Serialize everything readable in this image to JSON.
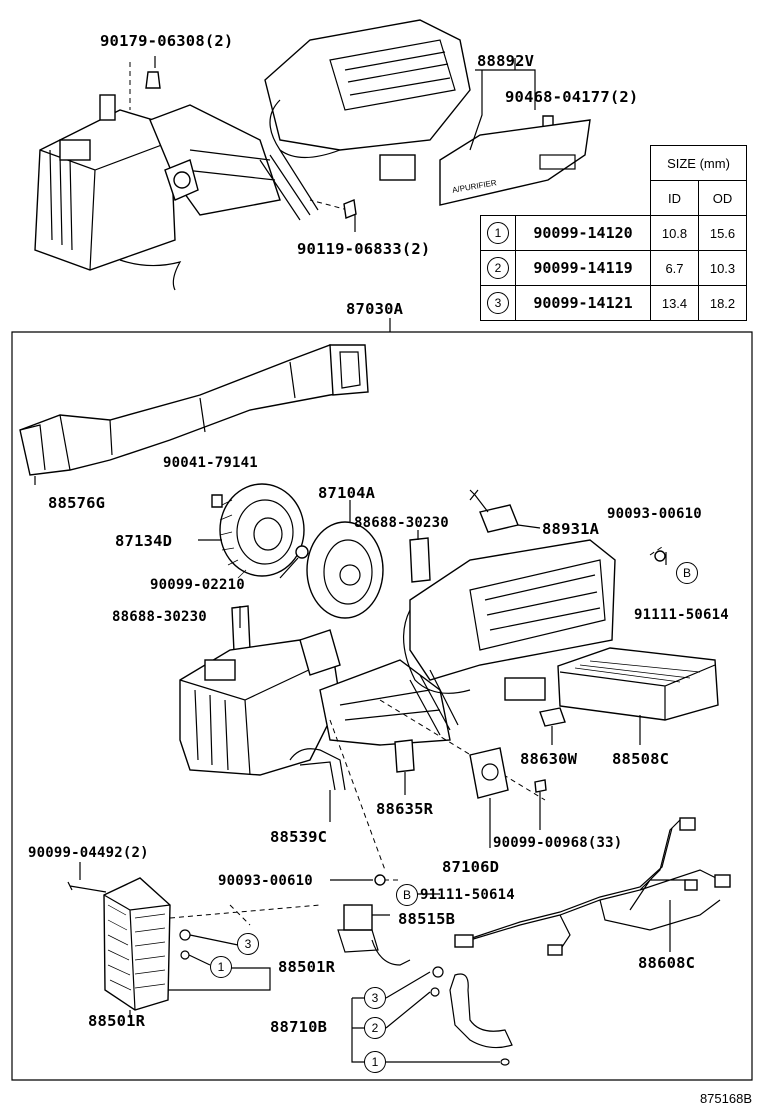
{
  "top_labels": {
    "p1": "90179-06308(2)",
    "p2": "88892V",
    "p3": "90468-04177(2)",
    "p4": "90119-06833(2)",
    "assembly": "87030A"
  },
  "size_table": {
    "header": "SIZE (mm)",
    "col_id": "ID",
    "col_od": "OD",
    "rows": [
      {
        "index": "1",
        "part": "90099-14120",
        "id": "10.8",
        "od": "15.6"
      },
      {
        "index": "2",
        "part": "90099-14119",
        "id": "6.7",
        "od": "10.3"
      },
      {
        "index": "3",
        "part": "90099-14121",
        "id": "13.4",
        "od": "18.2"
      }
    ]
  },
  "parts": {
    "duct": "88576G",
    "bolt1": "90041-79141",
    "blower_case": "87134D",
    "blower_motor": "87104A",
    "clamp1": "88688-30230",
    "servo_a": "88931A",
    "screw1": "90093-00610",
    "gasket1": "90099-02210",
    "clip1": "91111-50614",
    "clamp2": "88688-30230",
    "sensor": "88630W",
    "filter": "88508C",
    "resistor": "88635R",
    "hose": "88539C",
    "screw_many": "90099-00968(33)",
    "servo_d": "87106D",
    "bolt2": "90099-04492(2)",
    "screw2": "90093-00610",
    "clip2": "91111-50614",
    "valve": "88515B",
    "evap_a": "88501R",
    "evap_b": "88501R",
    "harness": "88608C",
    "pipe": "88710B"
  },
  "circle_refs": {
    "one": "1",
    "two": "2",
    "three": "3",
    "b": "B"
  },
  "filter_text": "A/PURIFIER",
  "document_id": "875168B"
}
